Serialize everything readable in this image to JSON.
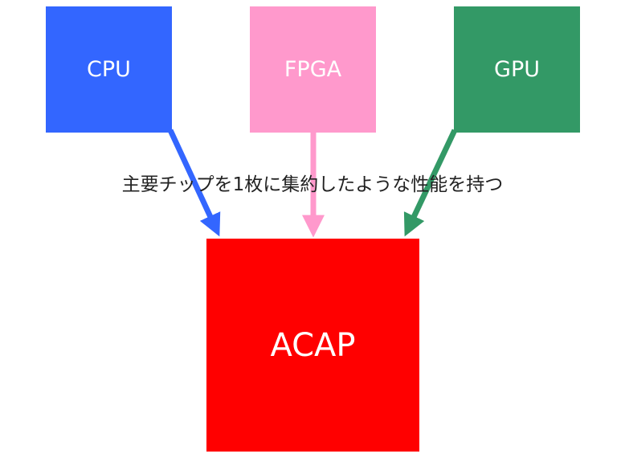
{
  "nodes": {
    "cpu": {
      "label": "CPU",
      "color": "#3366ff"
    },
    "fpga": {
      "label": "FPGA",
      "color": "#ff99cc"
    },
    "gpu": {
      "label": "GPU",
      "color": "#339966"
    },
    "acap": {
      "label": "ACAP",
      "color": "#ff0000"
    }
  },
  "edges": [
    {
      "from": "CPU",
      "to": "ACAP",
      "color": "#3366ff"
    },
    {
      "from": "FPGA",
      "to": "ACAP",
      "color": "#ff99cc"
    },
    {
      "from": "GPU",
      "to": "ACAP",
      "color": "#339966"
    }
  ],
  "caption": "主要チップを1枚に集約したような性能を持つ"
}
